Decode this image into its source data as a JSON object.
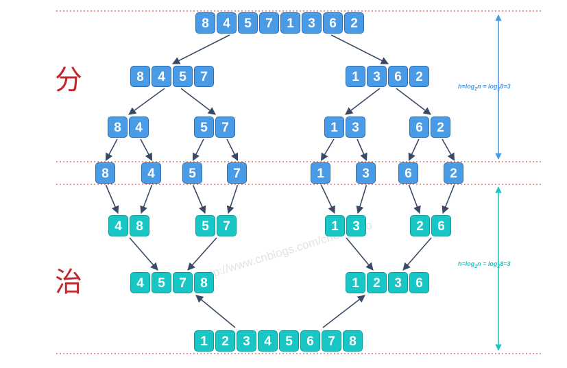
{
  "phases": {
    "divide": "分",
    "conquer": "治"
  },
  "divide_rows": [
    [
      [
        "8",
        "4",
        "5",
        "7",
        "1",
        "3",
        "6",
        "2"
      ]
    ],
    [
      [
        "8",
        "4",
        "5",
        "7"
      ],
      [
        "1",
        "3",
        "6",
        "2"
      ]
    ],
    [
      [
        "8",
        "4"
      ],
      [
        "5",
        "7"
      ],
      [
        "1",
        "3"
      ],
      [
        "6",
        "2"
      ]
    ],
    [
      [
        "8"
      ],
      [
        "4"
      ],
      [
        "5"
      ],
      [
        "7"
      ],
      [
        "1"
      ],
      [
        "3"
      ],
      [
        "6"
      ],
      [
        "2"
      ]
    ]
  ],
  "conquer_rows": [
    [
      [
        "4",
        "8"
      ],
      [
        "5",
        "7"
      ],
      [
        "1",
        "3"
      ],
      [
        "2",
        "6"
      ]
    ],
    [
      [
        "4",
        "5",
        "7",
        "8"
      ],
      [
        "1",
        "2",
        "3",
        "6"
      ]
    ],
    [
      [
        "1",
        "2",
        "3",
        "4",
        "5",
        "6",
        "7",
        "8"
      ]
    ]
  ],
  "height_labels": {
    "divide": {
      "pre": "h=log",
      "sub1": "2",
      "mid": "n = log",
      "sub2": "2",
      "post": "8=3"
    },
    "conquer": {
      "pre": "h=log",
      "sub1": "2",
      "mid": "n = log",
      "sub2": "2",
      "post": "8=3"
    }
  },
  "watermark": "http://www.cnblogs.com/chengxiao",
  "colors": {
    "divide_cell": "#4a9be6",
    "conquer_cell": "#19c6c6",
    "arrow": "#3a4a66",
    "dotted_line": "#d9534f",
    "divide_height_arrow": "#4a9be6",
    "conquer_height_arrow": "#19c6c6"
  }
}
